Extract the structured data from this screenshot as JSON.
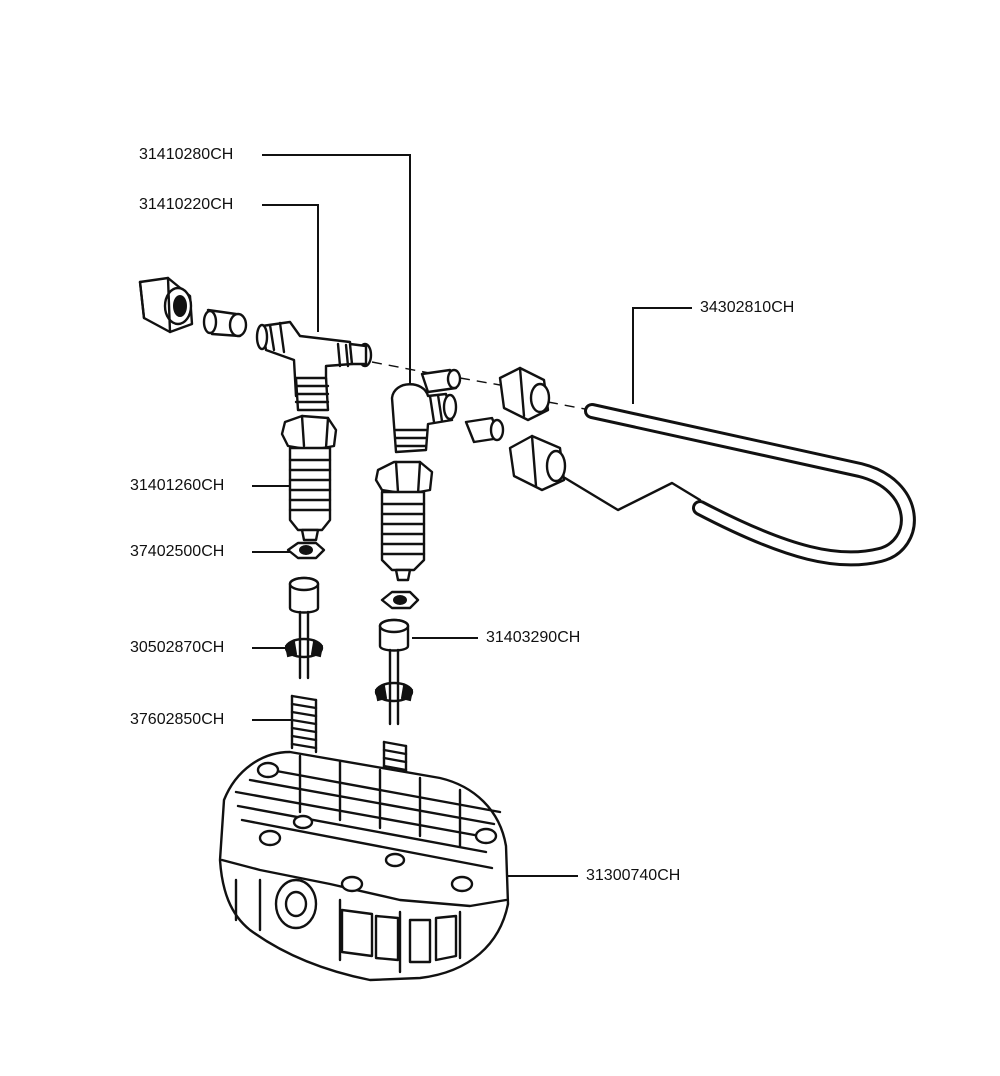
{
  "diagram": {
    "part_numbers": [
      "31410280CH",
      "31410220CH",
      "34302810CH",
      "31401260CH",
      "37402500CH",
      "30502870CH",
      "31403290CH",
      "37602850CH",
      "31300740CH"
    ]
  }
}
